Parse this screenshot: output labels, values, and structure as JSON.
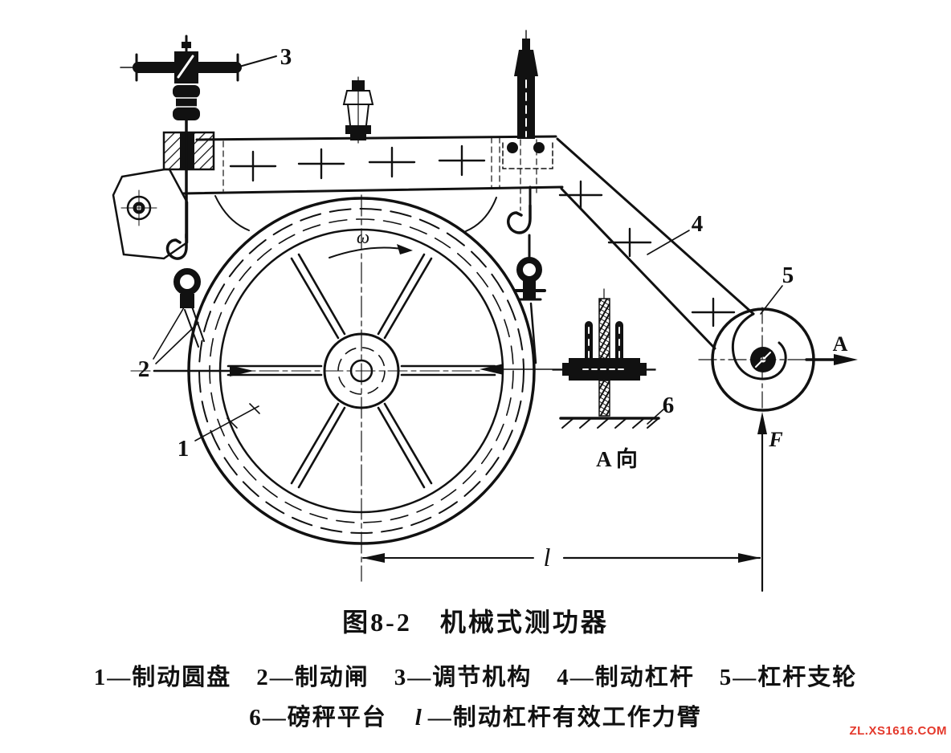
{
  "figure": {
    "caption": "图8-2　机械式测功器",
    "legend": {
      "line1": "1—制动圆盘　2—制动闸　3—调节机构　4—制动杠杆　5—杠杆支轮",
      "line2_prefix": "6—磅秤平台　",
      "line2_var": "l",
      "line2_suffix": "—制动杠杆有效工作力臂"
    }
  },
  "diagram": {
    "labels": {
      "part1": "1",
      "part2": "2",
      "part3": "3",
      "part4": "4",
      "part5": "5",
      "part6": "6",
      "omega": "ω",
      "view_direction": "A",
      "view_name": "A 向",
      "force": "F",
      "arm_length": "l"
    },
    "ink_color": "#111111",
    "background_color": "#ffffff"
  },
  "watermark": {
    "text": "ZL.XS1616.COM",
    "color": "#e4392c"
  }
}
